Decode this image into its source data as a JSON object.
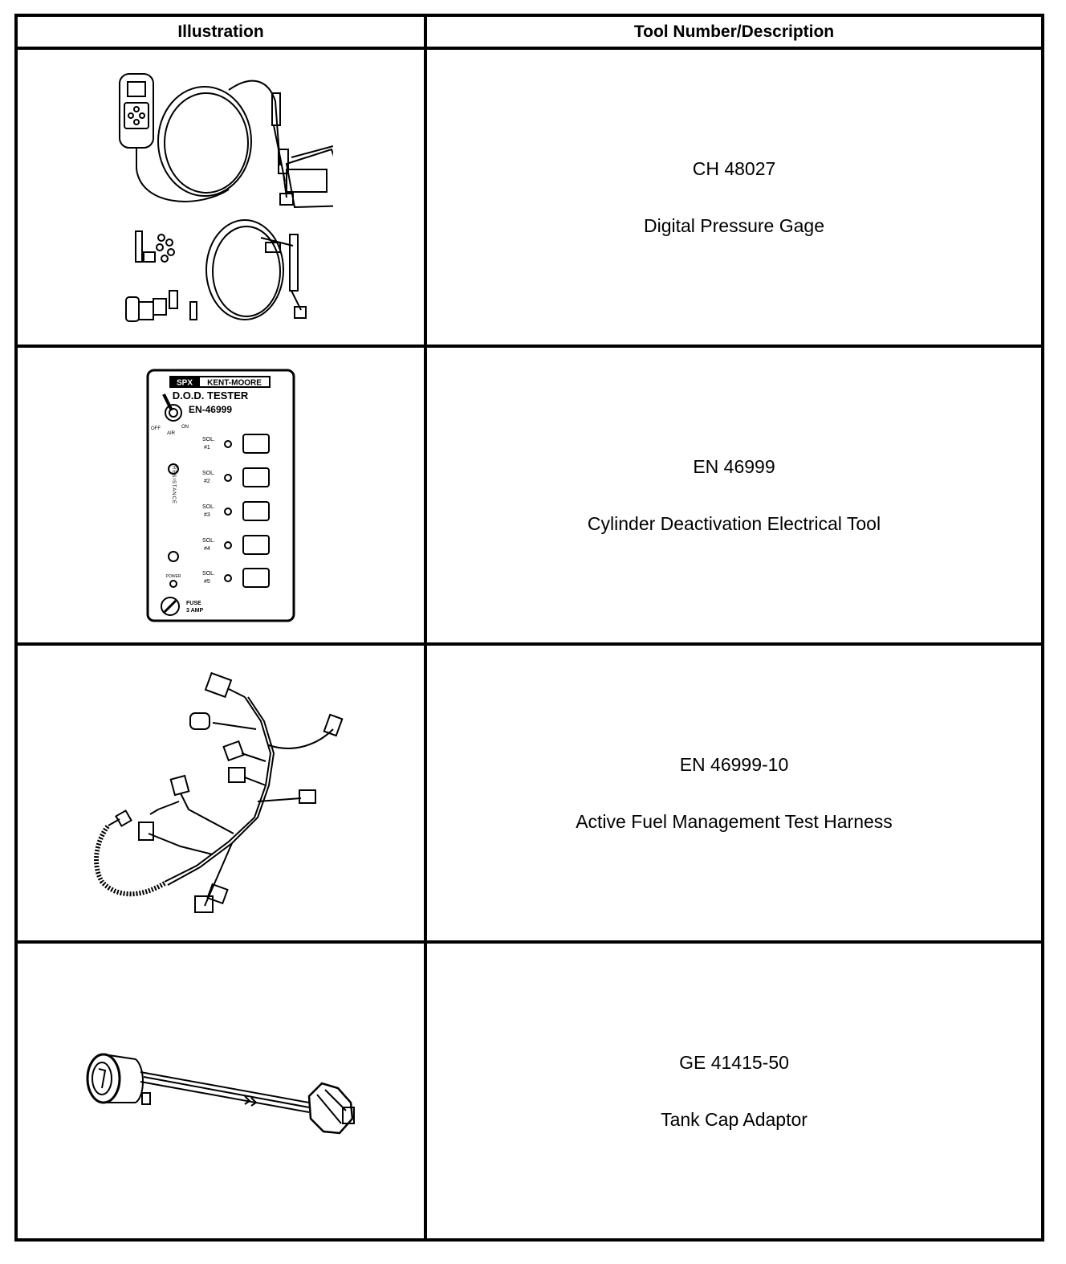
{
  "table": {
    "header": {
      "illustration": "Illustration",
      "tool": "Tool Number/Description"
    },
    "rows": [
      {
        "number": "CH 48027",
        "description": "Digital Pressure Gage",
        "icon": "digital-pressure-gage-illustration"
      },
      {
        "number": "EN 46999",
        "description": "Cylinder Deactivation Electrical Tool",
        "icon": "dod-tester-illustration",
        "panel": {
          "brand_left": "SPX",
          "brand_right": "KENT-MOORE",
          "title": "D.O.D. TESTER",
          "model": "EN-46999",
          "switch_off": "OFF",
          "switch_air": "AIR",
          "switch_on": "ON",
          "sol1": "SOL.",
          "sol1n": "#1",
          "sol2": "SOL.",
          "sol2n": "#2",
          "sol3": "SOL.",
          "sol3n": "#3",
          "sol4": "SOL.",
          "sol4n": "#4",
          "sol5": "SOL.",
          "sol5n": "#5",
          "resistance": "RESISTANCE",
          "power": "POWER",
          "fuse": "FUSE",
          "fuse_rating": "3 AMP"
        }
      },
      {
        "number": "EN 46999-10",
        "description": "Active Fuel Management Test Harness",
        "icon": "test-harness-illustration"
      },
      {
        "number": "GE 41415-50",
        "description": "Tank Cap Adaptor",
        "icon": "tank-cap-adaptor-illustration"
      }
    ]
  }
}
